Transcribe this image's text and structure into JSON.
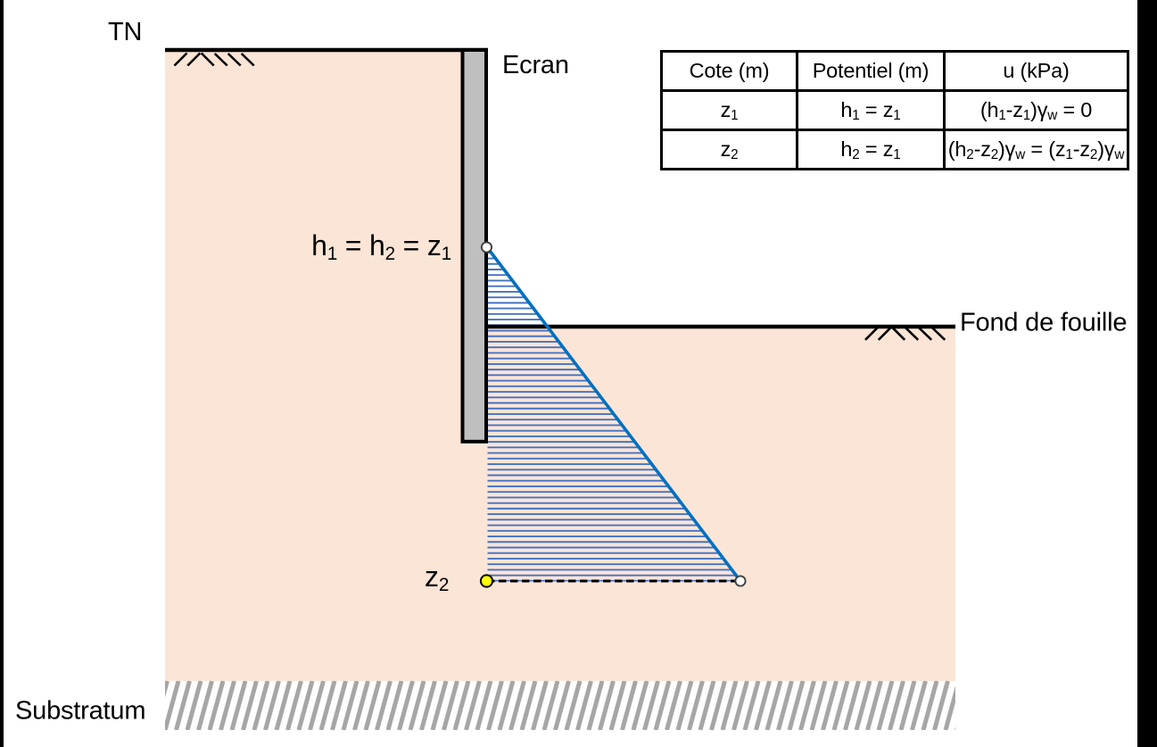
{
  "colors": {
    "soil": "#FBE5D6",
    "wall_fill": "#BFBFBF",
    "outline": "#000000",
    "hatch_blue": "#4472C4",
    "pressure_line_blue": "#0070C0",
    "marker_yellow": "#FFFF00",
    "marker_white": "#FFFFFF",
    "marker_stroke": "#404040",
    "substratum_gray": "#A6A6A6",
    "frame_black": "#000000"
  },
  "labels": {
    "tn": "TN",
    "ecran": "Ecran",
    "fond_de_fouille": "Fond de fouille",
    "substratum": "Substratum",
    "head_eq": {
      "parts": [
        {
          "t": "h"
        },
        {
          "t": "1",
          "sub": true
        },
        {
          "t": " = h"
        },
        {
          "t": "2",
          "sub": true
        },
        {
          "t": " = z"
        },
        {
          "t": "1",
          "sub": true
        }
      ]
    },
    "z2": {
      "parts": [
        {
          "t": "z"
        },
        {
          "t": "2",
          "sub": true
        }
      ]
    }
  },
  "table": {
    "headers": [
      "Cote (m)",
      "Potentiel (m)",
      "u (kPa)"
    ],
    "rows": [
      [
        {
          "parts": [
            {
              "t": "z"
            },
            {
              "t": "1",
              "sub": true
            }
          ]
        },
        {
          "parts": [
            {
              "t": "h"
            },
            {
              "t": "1",
              "sub": true
            },
            {
              "t": " = z"
            },
            {
              "t": "1",
              "sub": true
            }
          ]
        },
        {
          "parts": [
            {
              "t": "(h"
            },
            {
              "t": "1",
              "sub": true
            },
            {
              "t": "-z"
            },
            {
              "t": "1",
              "sub": true
            },
            {
              "t": ")γ"
            },
            {
              "t": "w",
              "sub": true
            },
            {
              "t": " = 0"
            }
          ]
        }
      ],
      [
        {
          "parts": [
            {
              "t": "z"
            },
            {
              "t": "2",
              "sub": true
            }
          ]
        },
        {
          "parts": [
            {
              "t": "h"
            },
            {
              "t": "2",
              "sub": true
            },
            {
              "t": " = z"
            },
            {
              "t": "1",
              "sub": true
            }
          ]
        },
        {
          "parts": [
            {
              "t": "(h"
            },
            {
              "t": "2",
              "sub": true
            },
            {
              "t": "-z"
            },
            {
              "t": "2",
              "sub": true
            },
            {
              "t": ")γ"
            },
            {
              "t": "w",
              "sub": true
            },
            {
              "t": " = (z"
            },
            {
              "t": "1",
              "sub": true
            },
            {
              "t": "-z"
            },
            {
              "t": "2",
              "sub": true
            },
            {
              "t": ")γ"
            },
            {
              "t": "w",
              "sub": true
            }
          ]
        }
      ]
    ]
  }
}
